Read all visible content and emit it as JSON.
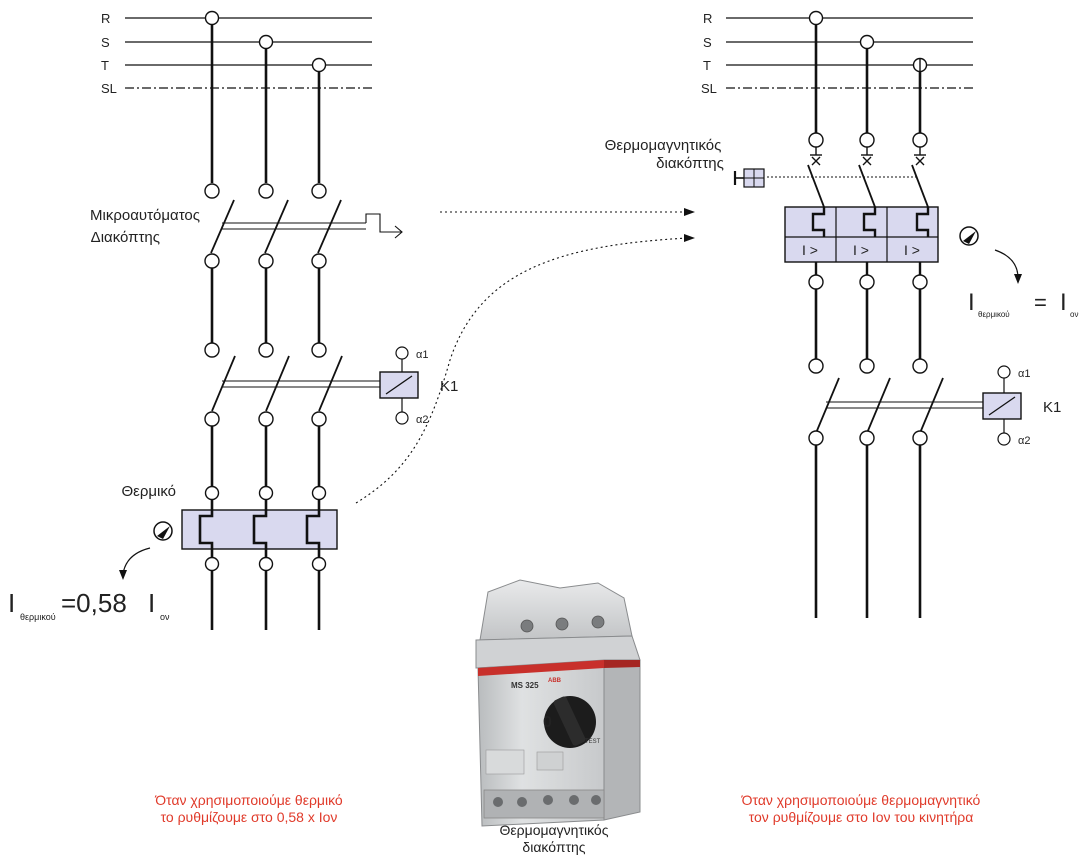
{
  "left": {
    "bus": [
      "R",
      "S",
      "T",
      "SL"
    ],
    "mcb_label_line1": "Μικροαυτόματος",
    "mcb_label_line2": "Διακόπτης",
    "coil_a1": "α1",
    "coil_a2": "α2",
    "contactor": "K1",
    "thermal_label": "Θερμικό",
    "formula_I": "I",
    "formula_sub": "θερμικού",
    "formula_mid": "=0,58",
    "formula_I2": "I",
    "formula_sub2": "ον",
    "note_line1": "Όταν χρησιμοποιούμε θερμικό",
    "note_line2": "το ρυθμίζουμε στο 0,58 x Ιον"
  },
  "right": {
    "bus": [
      "R",
      "S",
      "T",
      "SL"
    ],
    "breaker_label_line1": "Θερμομαγνητικός",
    "breaker_label_line2": "διακόπτης",
    "trip": [
      "I >",
      "I >",
      "I >"
    ],
    "coil_a1": "α1",
    "coil_a2": "α2",
    "contactor": "K1",
    "formula_I": "I",
    "formula_sub": "θερμικού",
    "formula_eq": "=",
    "formula_I2": "I",
    "formula_sub2": "ον",
    "note_line1": "Όταν χρησιμοποιούμε θερμομαγνητικό",
    "note_line2": "τον ρυθμίζουμε στο Ιον του κινητήρα"
  },
  "photo": {
    "brand": "ABB",
    "model": "MS 325",
    "dial": "0",
    "test": "TEST",
    "caption_line1": "Θερμομαγνητικός",
    "caption_line2": "διακόπτης"
  },
  "colors": {
    "device_fill": "#d9d9ef",
    "note_red": "#e03a2a"
  }
}
